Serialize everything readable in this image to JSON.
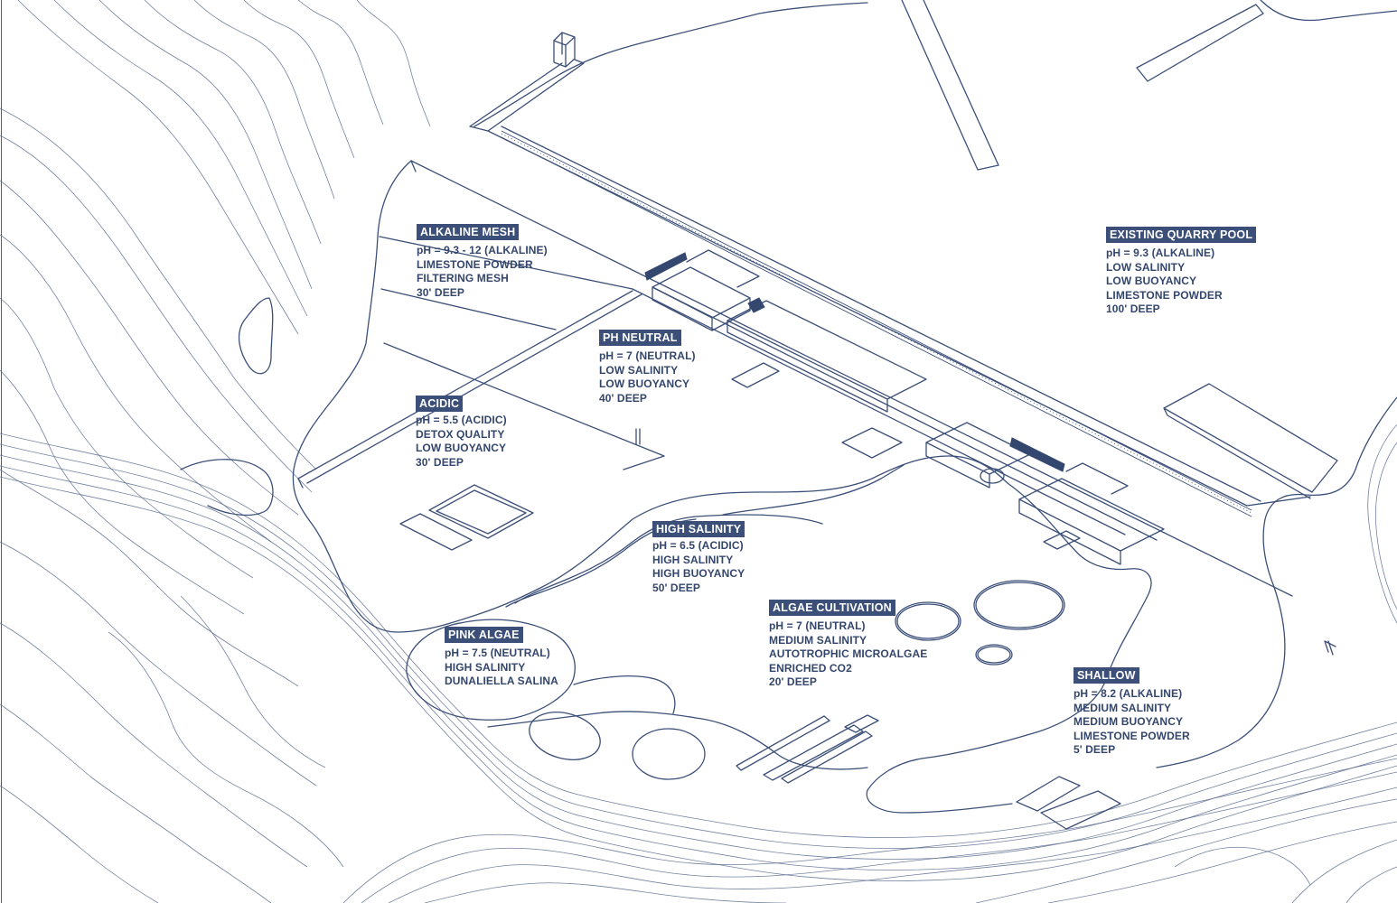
{
  "colors": {
    "ink": "#3b4f78",
    "background": "#ffffff",
    "label_fill": "#3b4f78",
    "label_text": "#ffffff"
  },
  "zones": [
    {
      "title": "ALKALINE MESH",
      "props": [
        "pH = 9.3 - 12 (ALKALINE)",
        "LIMESTONE POWDER",
        "FILTERING MESH",
        "30' DEEP"
      ]
    },
    {
      "title": "PH NEUTRAL",
      "props": [
        "pH = 7 (NEUTRAL)",
        "LOW SALINITY",
        "LOW BUOYANCY",
        "40' DEEP"
      ]
    },
    {
      "title": "ACIDIC",
      "props": [
        "pH = 5.5 (ACIDIC)",
        "DETOX QUALITY",
        "LOW BUOYANCY",
        "30' DEEP"
      ]
    },
    {
      "title": "EXISTING QUARRY POOL",
      "props": [
        "pH = 9.3 (ALKALINE)",
        "LOW SALINITY",
        "LOW BUOYANCY",
        "LIMESTONE POWDER",
        "100' DEEP"
      ]
    },
    {
      "title": "HIGH SALINITY",
      "props": [
        "pH = 6.5 (ACIDIC)",
        "HIGH SALINITY",
        "HIGH BUOYANCY",
        "50' DEEP"
      ]
    },
    {
      "title": "ALGAE CULTIVATION",
      "props": [
        "pH = 7 (NEUTRAL)",
        "MEDIUM SALINITY",
        "AUTOTROPHIC MICROALGAE",
        "ENRICHED CO2",
        "20' DEEP"
      ]
    },
    {
      "title": "PINK ALGAE",
      "props": [
        "pH = 7.5 (NEUTRAL)",
        "HIGH SALINITY",
        "DUNALIELLA SALINA"
      ]
    },
    {
      "title": "SHALLOW",
      "props": [
        "pH = 8.2 (ALKALINE)",
        "MEDIUM SALINITY",
        "MEDIUM BUOYANCY",
        "LIMESTONE POWDER",
        "5' DEEP"
      ]
    }
  ]
}
